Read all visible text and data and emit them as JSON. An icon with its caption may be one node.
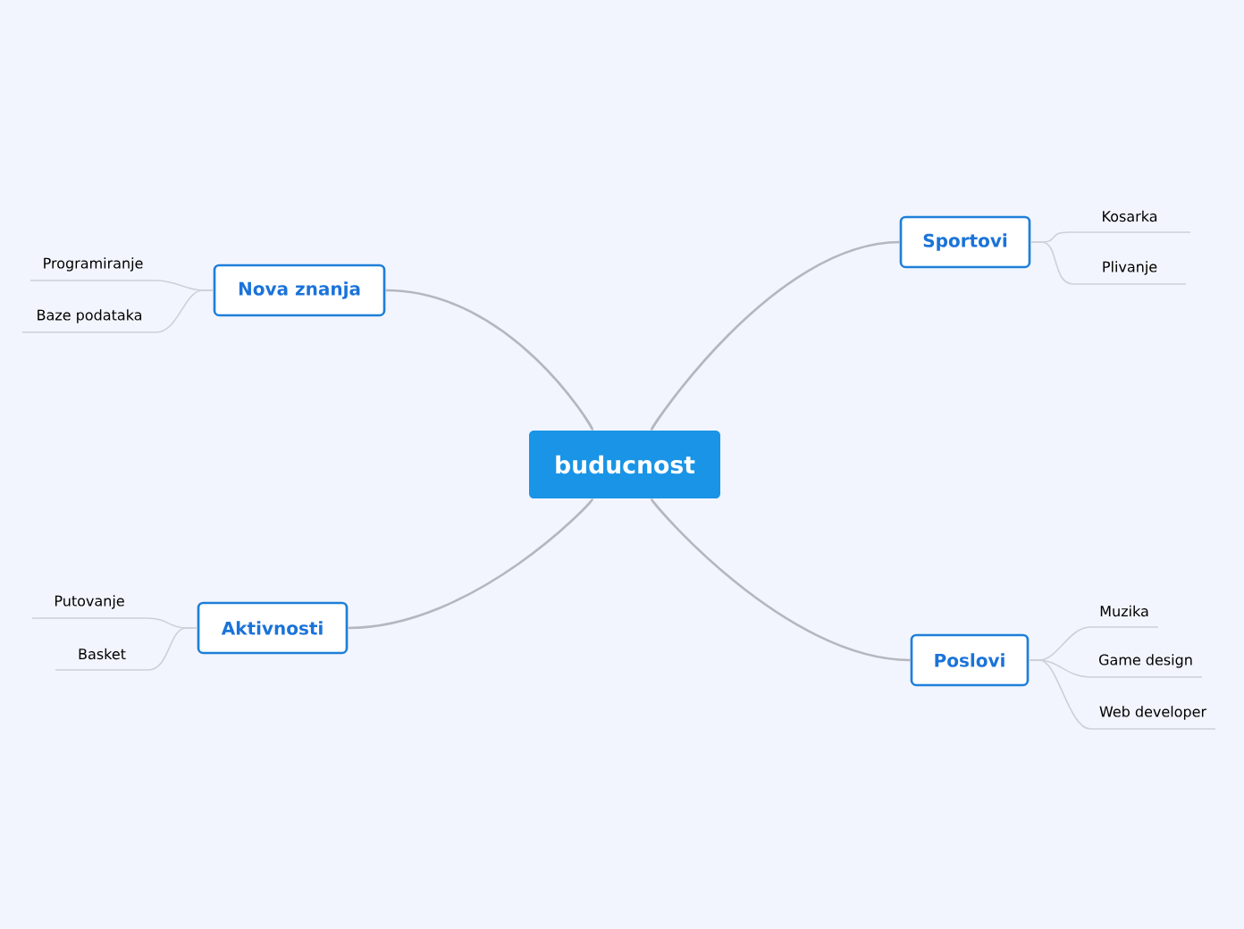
{
  "diagram": {
    "nodes": [
      {
        "text": [
          "buducnost"
        ]
      },
      {
        "text": [
          "Sportovi"
        ]
      },
      {
        "text": [
          "Nova znanja"
        ]
      },
      {
        "text": [
          "Aktivnosti"
        ]
      },
      {
        "text": [
          "Poslovi"
        ]
      },
      {
        "text": [
          "Kosarka"
        ]
      },
      {
        "text": [
          "Plivanje"
        ]
      },
      {
        "text": [
          "Programiranje"
        ]
      },
      {
        "text": [
          "Baze podataka"
        ]
      },
      {
        "text": [
          "Putovanje"
        ]
      },
      {
        "text": [
          "Basket"
        ]
      },
      {
        "text": [
          "Muzika"
        ]
      },
      {
        "text": [
          "Game design"
        ]
      },
      {
        "text": [
          "Web developer"
        ]
      }
    ],
    "edges": [
      {
        "from": 0,
        "to": 1,
        "arrow": "none"
      },
      {
        "from": 0,
        "to": 2,
        "arrow": "none"
      },
      {
        "from": 0,
        "to": 3,
        "arrow": "none"
      },
      {
        "from": 0,
        "to": 4,
        "arrow": "none"
      },
      {
        "from": 1,
        "to": 5,
        "arrow": "none"
      },
      {
        "from": 1,
        "to": 6,
        "arrow": "none"
      },
      {
        "from": 2,
        "to": 7,
        "arrow": "none"
      },
      {
        "from": 2,
        "to": 8,
        "arrow": "none"
      },
      {
        "from": 3,
        "to": 9,
        "arrow": "none"
      },
      {
        "from": 3,
        "to": 10,
        "arrow": "none"
      },
      {
        "from": 4,
        "to": 11,
        "arrow": "none"
      },
      {
        "from": 4,
        "to": 12,
        "arrow": "none"
      },
      {
        "from": 4,
        "to": 13,
        "arrow": "none"
      }
    ]
  }
}
